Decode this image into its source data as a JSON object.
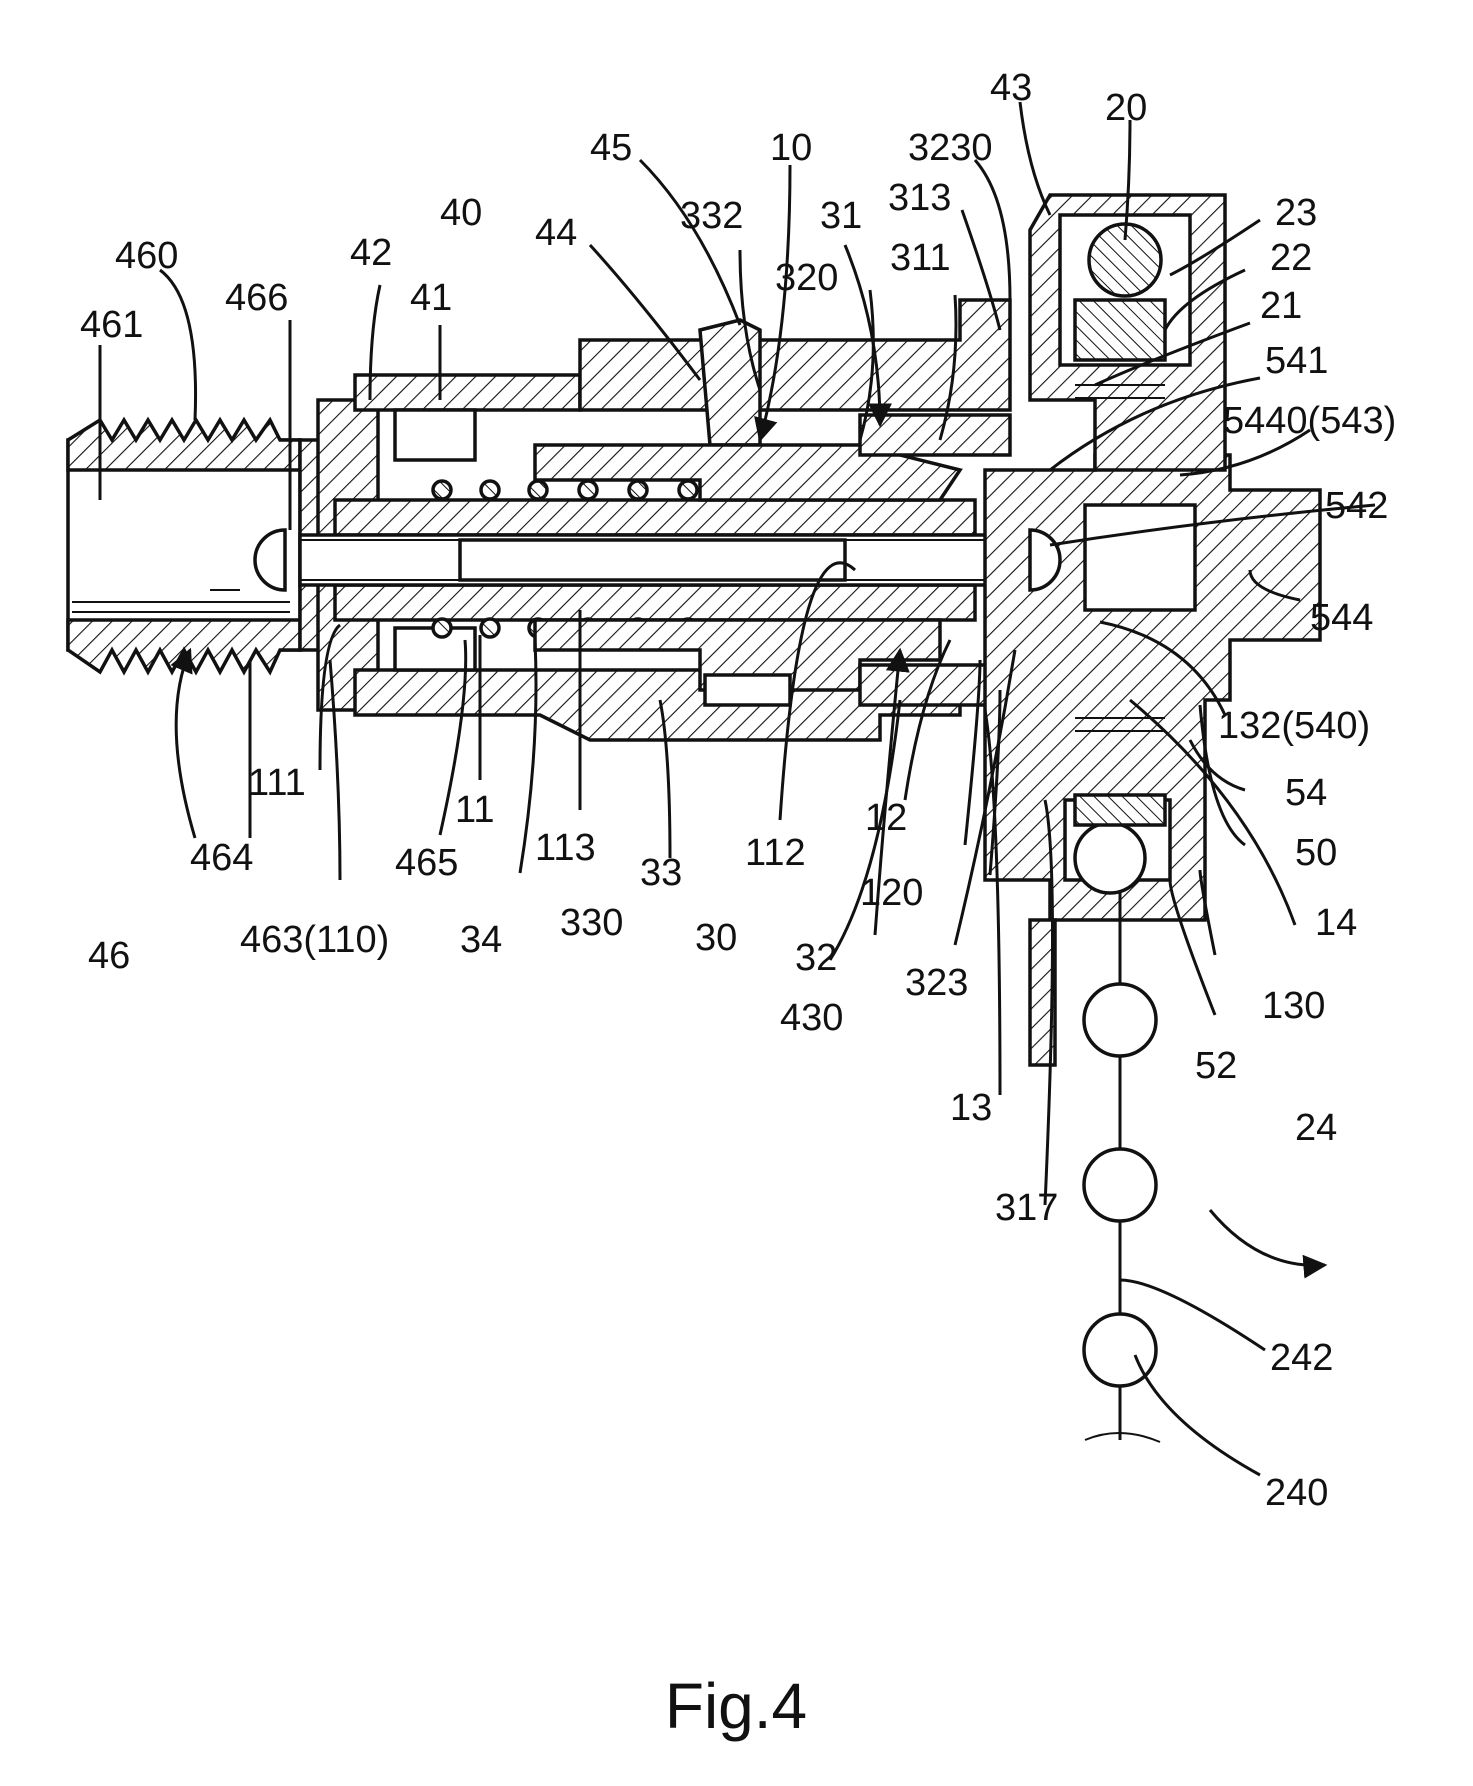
{
  "figure": {
    "caption": "Fig.4",
    "labels": {
      "l_43": "43",
      "l_20": "20",
      "l_45": "45",
      "l_10": "10",
      "l_3230": "3230",
      "l_40": "40",
      "l_44": "44",
      "l_332": "332",
      "l_31": "31",
      "l_313": "313",
      "l_23": "23",
      "l_460": "460",
      "l_42": "42",
      "l_320": "320",
      "l_311": "311",
      "l_22": "22",
      "l_466": "466",
      "l_41": "41",
      "l_21": "21",
      "l_461": "461",
      "l_541": "541",
      "l_5440_543": "5440(543)",
      "l_542": "542",
      "l_544": "544",
      "l_132_540": "132(540)",
      "l_111": "111",
      "l_54": "54",
      "l_11": "11",
      "l_12": "12",
      "l_464": "464",
      "l_113": "113",
      "l_112": "112",
      "l_465": "465",
      "l_50": "50",
      "l_33": "33",
      "l_120": "120",
      "l_14": "14",
      "l_463_110": "463(110)",
      "l_34": "34",
      "l_330": "330",
      "l_30": "30",
      "l_46": "46",
      "l_32": "32",
      "l_323": "323",
      "l_130": "130",
      "l_430": "430",
      "l_52": "52",
      "l_13": "13",
      "l_24": "24",
      "l_317": "317",
      "l_242": "242",
      "l_240": "240"
    }
  }
}
